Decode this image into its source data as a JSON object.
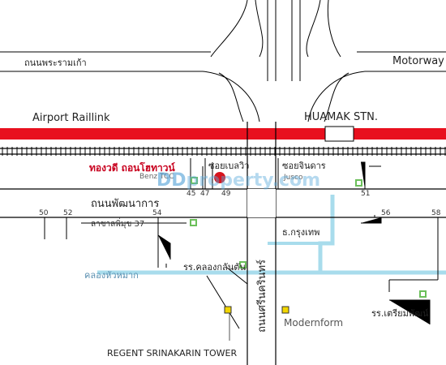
{
  "roads": {
    "rama9_old": "ถนนพระรามเก้า",
    "motorway": "Motorway",
    "pattanakarn": "ถนนพัฒนาการ",
    "srinakarin": "ถนนศรีนครินทร์"
  },
  "rail": {
    "airport_raillink": "Airport Raillink",
    "station": "HUAMAK STN."
  },
  "places": {
    "thongkwadi": "ทองวดี ถอนโฮทาวน์",
    "benz_tcc": "Benz TCC",
    "soi_bellevue": "ซอยเบลวิว",
    "soi_jinda": "ซอยจินดาร",
    "jusco": "Jusco",
    "lasalle37": "ลาซาลพิ่มุข 37",
    "bangkok_bank": "ธ.กรุงเทพ",
    "school_klongkon": "รร.คลองกลันตัน",
    "canal_huamak": "คลองหัวหมาก",
    "modernform": "Modernform",
    "school_triam": "รร.เตรียมพัฒน์",
    "regent": "REGENT SRINAKARIN TOWER"
  },
  "soi_numbers": [
    "45",
    "47",
    "49",
    "51",
    "50",
    "52",
    "54",
    "56",
    "58"
  ],
  "watermark": {
    "prefix": "DD",
    "rest": "property.com"
  },
  "colors": {
    "rail_red": "#e8101e",
    "road": "#000000",
    "canal": "#a8dcec",
    "marker_red": "#d7141e",
    "marker_green": "#6bbf5a",
    "marker_yellow": "#f2d600"
  }
}
